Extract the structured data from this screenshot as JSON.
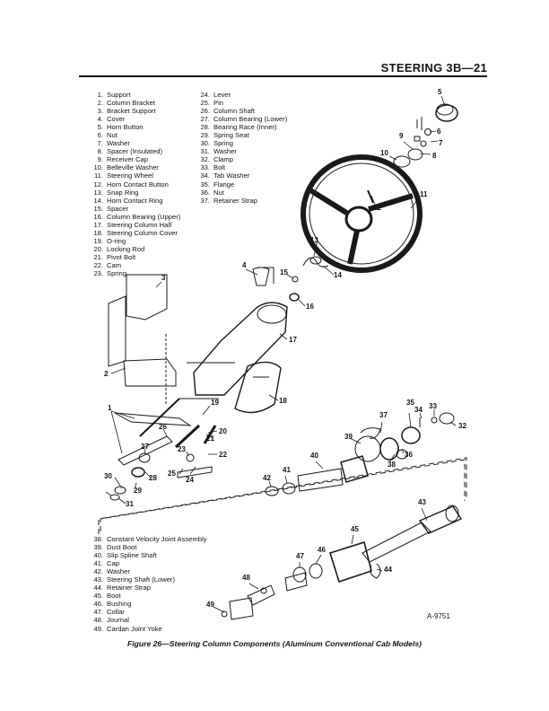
{
  "header": {
    "title": "STEERING   3B—21"
  },
  "legend_top_left": [
    {
      "num": "1.",
      "label": "Support"
    },
    {
      "num": "2.",
      "label": "Column Bracket"
    },
    {
      "num": "3.",
      "label": "Bracket Support"
    },
    {
      "num": "4.",
      "label": "Cover"
    },
    {
      "num": "5.",
      "label": "Horn Button"
    },
    {
      "num": "6.",
      "label": "Nut"
    },
    {
      "num": "7.",
      "label": "Washer"
    },
    {
      "num": "8.",
      "label": "Spacer (Insulated)"
    },
    {
      "num": "9.",
      "label": "Receiver Cap"
    },
    {
      "num": "10.",
      "label": "Belleville Washer"
    },
    {
      "num": "11.",
      "label": "Steering Wheel"
    },
    {
      "num": "12.",
      "label": "Horn Contact Button"
    },
    {
      "num": "13.",
      "label": "Snap Ring"
    },
    {
      "num": "14.",
      "label": "Horn Contact Ring"
    },
    {
      "num": "15.",
      "label": "Spacer"
    },
    {
      "num": "16.",
      "label": "Column Bearing (Upper)"
    },
    {
      "num": "17.",
      "label": "Steering Column Half"
    },
    {
      "num": "18.",
      "label": "Steering Column Cover"
    },
    {
      "num": "19.",
      "label": "O-ring"
    },
    {
      "num": "20.",
      "label": "Locking Rod"
    },
    {
      "num": "21.",
      "label": "Pivot Bolt"
    },
    {
      "num": "22.",
      "label": "Cam"
    },
    {
      "num": "23.",
      "label": "Spring"
    }
  ],
  "legend_top_right": [
    {
      "num": "24.",
      "label": "Lever"
    },
    {
      "num": "25.",
      "label": "Pin"
    },
    {
      "num": "26.",
      "label": "Column Shaft"
    },
    {
      "num": "27.",
      "label": "Column Bearing (Lower)"
    },
    {
      "num": "28.",
      "label": "Bearing Race (Inner)"
    },
    {
      "num": "29.",
      "label": "Spring Seat"
    },
    {
      "num": "30.",
      "label": "Spring"
    },
    {
      "num": "31.",
      "label": "Washer"
    },
    {
      "num": "32.",
      "label": "Clamp"
    },
    {
      "num": "33.",
      "label": "Bolt"
    },
    {
      "num": "34.",
      "label": "Tab Washer"
    },
    {
      "num": "35.",
      "label": "Flange"
    },
    {
      "num": "36.",
      "label": "Nut"
    },
    {
      "num": "37.",
      "label": "Retainer Strap"
    }
  ],
  "legend_bottom": [
    {
      "num": "38.",
      "label": "Constant Velocity Joint Assembly"
    },
    {
      "num": "39.",
      "label": "Dust Boot"
    },
    {
      "num": "40.",
      "label": "Slip Spline Shaft"
    },
    {
      "num": "41.",
      "label": "Cap"
    },
    {
      "num": "42.",
      "label": "Washer"
    },
    {
      "num": "43.",
      "label": "Steering Shaft (Lower)"
    },
    {
      "num": "44.",
      "label": "Retainer Strap"
    },
    {
      "num": "45.",
      "label": "Boot"
    },
    {
      "num": "46.",
      "label": "Bushing"
    },
    {
      "num": "47.",
      "label": "Collar"
    },
    {
      "num": "48.",
      "label": "Journal"
    },
    {
      "num": "49.",
      "label": "Cardan Joint Yoke"
    }
  ],
  "callouts": [
    "1",
    "2",
    "3",
    "4",
    "5",
    "6",
    "7",
    "8",
    "9",
    "10",
    "11",
    "12",
    "13",
    "14",
    "15",
    "16",
    "17",
    "18",
    "19",
    "20",
    "21",
    "22",
    "23",
    "24",
    "25",
    "26",
    "27",
    "28",
    "29",
    "30",
    "31",
    "32",
    "33",
    "34",
    "35",
    "36",
    "37",
    "38",
    "39",
    "40",
    "41",
    "42",
    "43",
    "44",
    "45",
    "46",
    "47",
    "48",
    "49"
  ],
  "reference_code": "A-9751",
  "caption": "Figure 26—Steering Column Components (Aluminum Conventional Cab Models)"
}
